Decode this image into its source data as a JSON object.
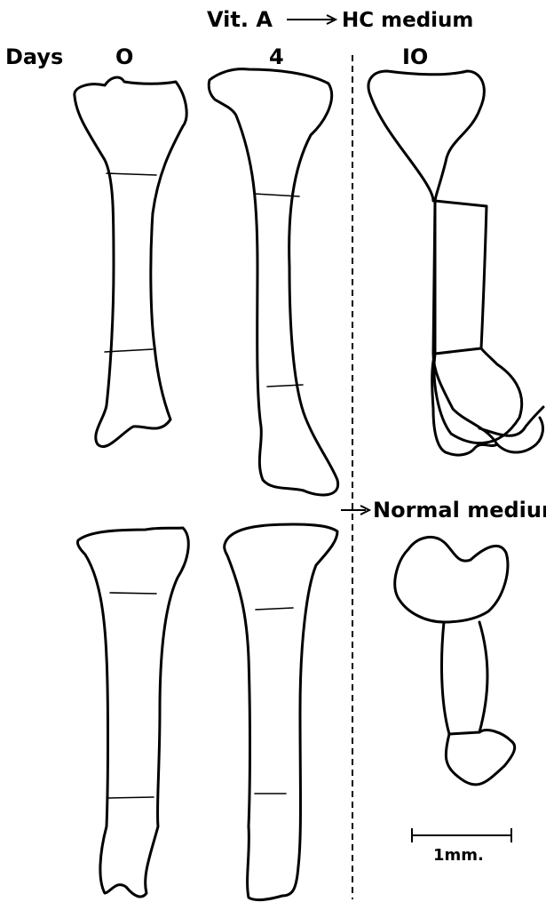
{
  "header": {
    "treatment_label": "Vit. A",
    "result_label": "HC medium",
    "days_label": "Days",
    "day_0": "O",
    "day_4": "4",
    "day_10": "IO"
  },
  "lower_label": "Normal medium",
  "scale_bar": {
    "label": "1mm.",
    "length_mm": 1
  }
}
